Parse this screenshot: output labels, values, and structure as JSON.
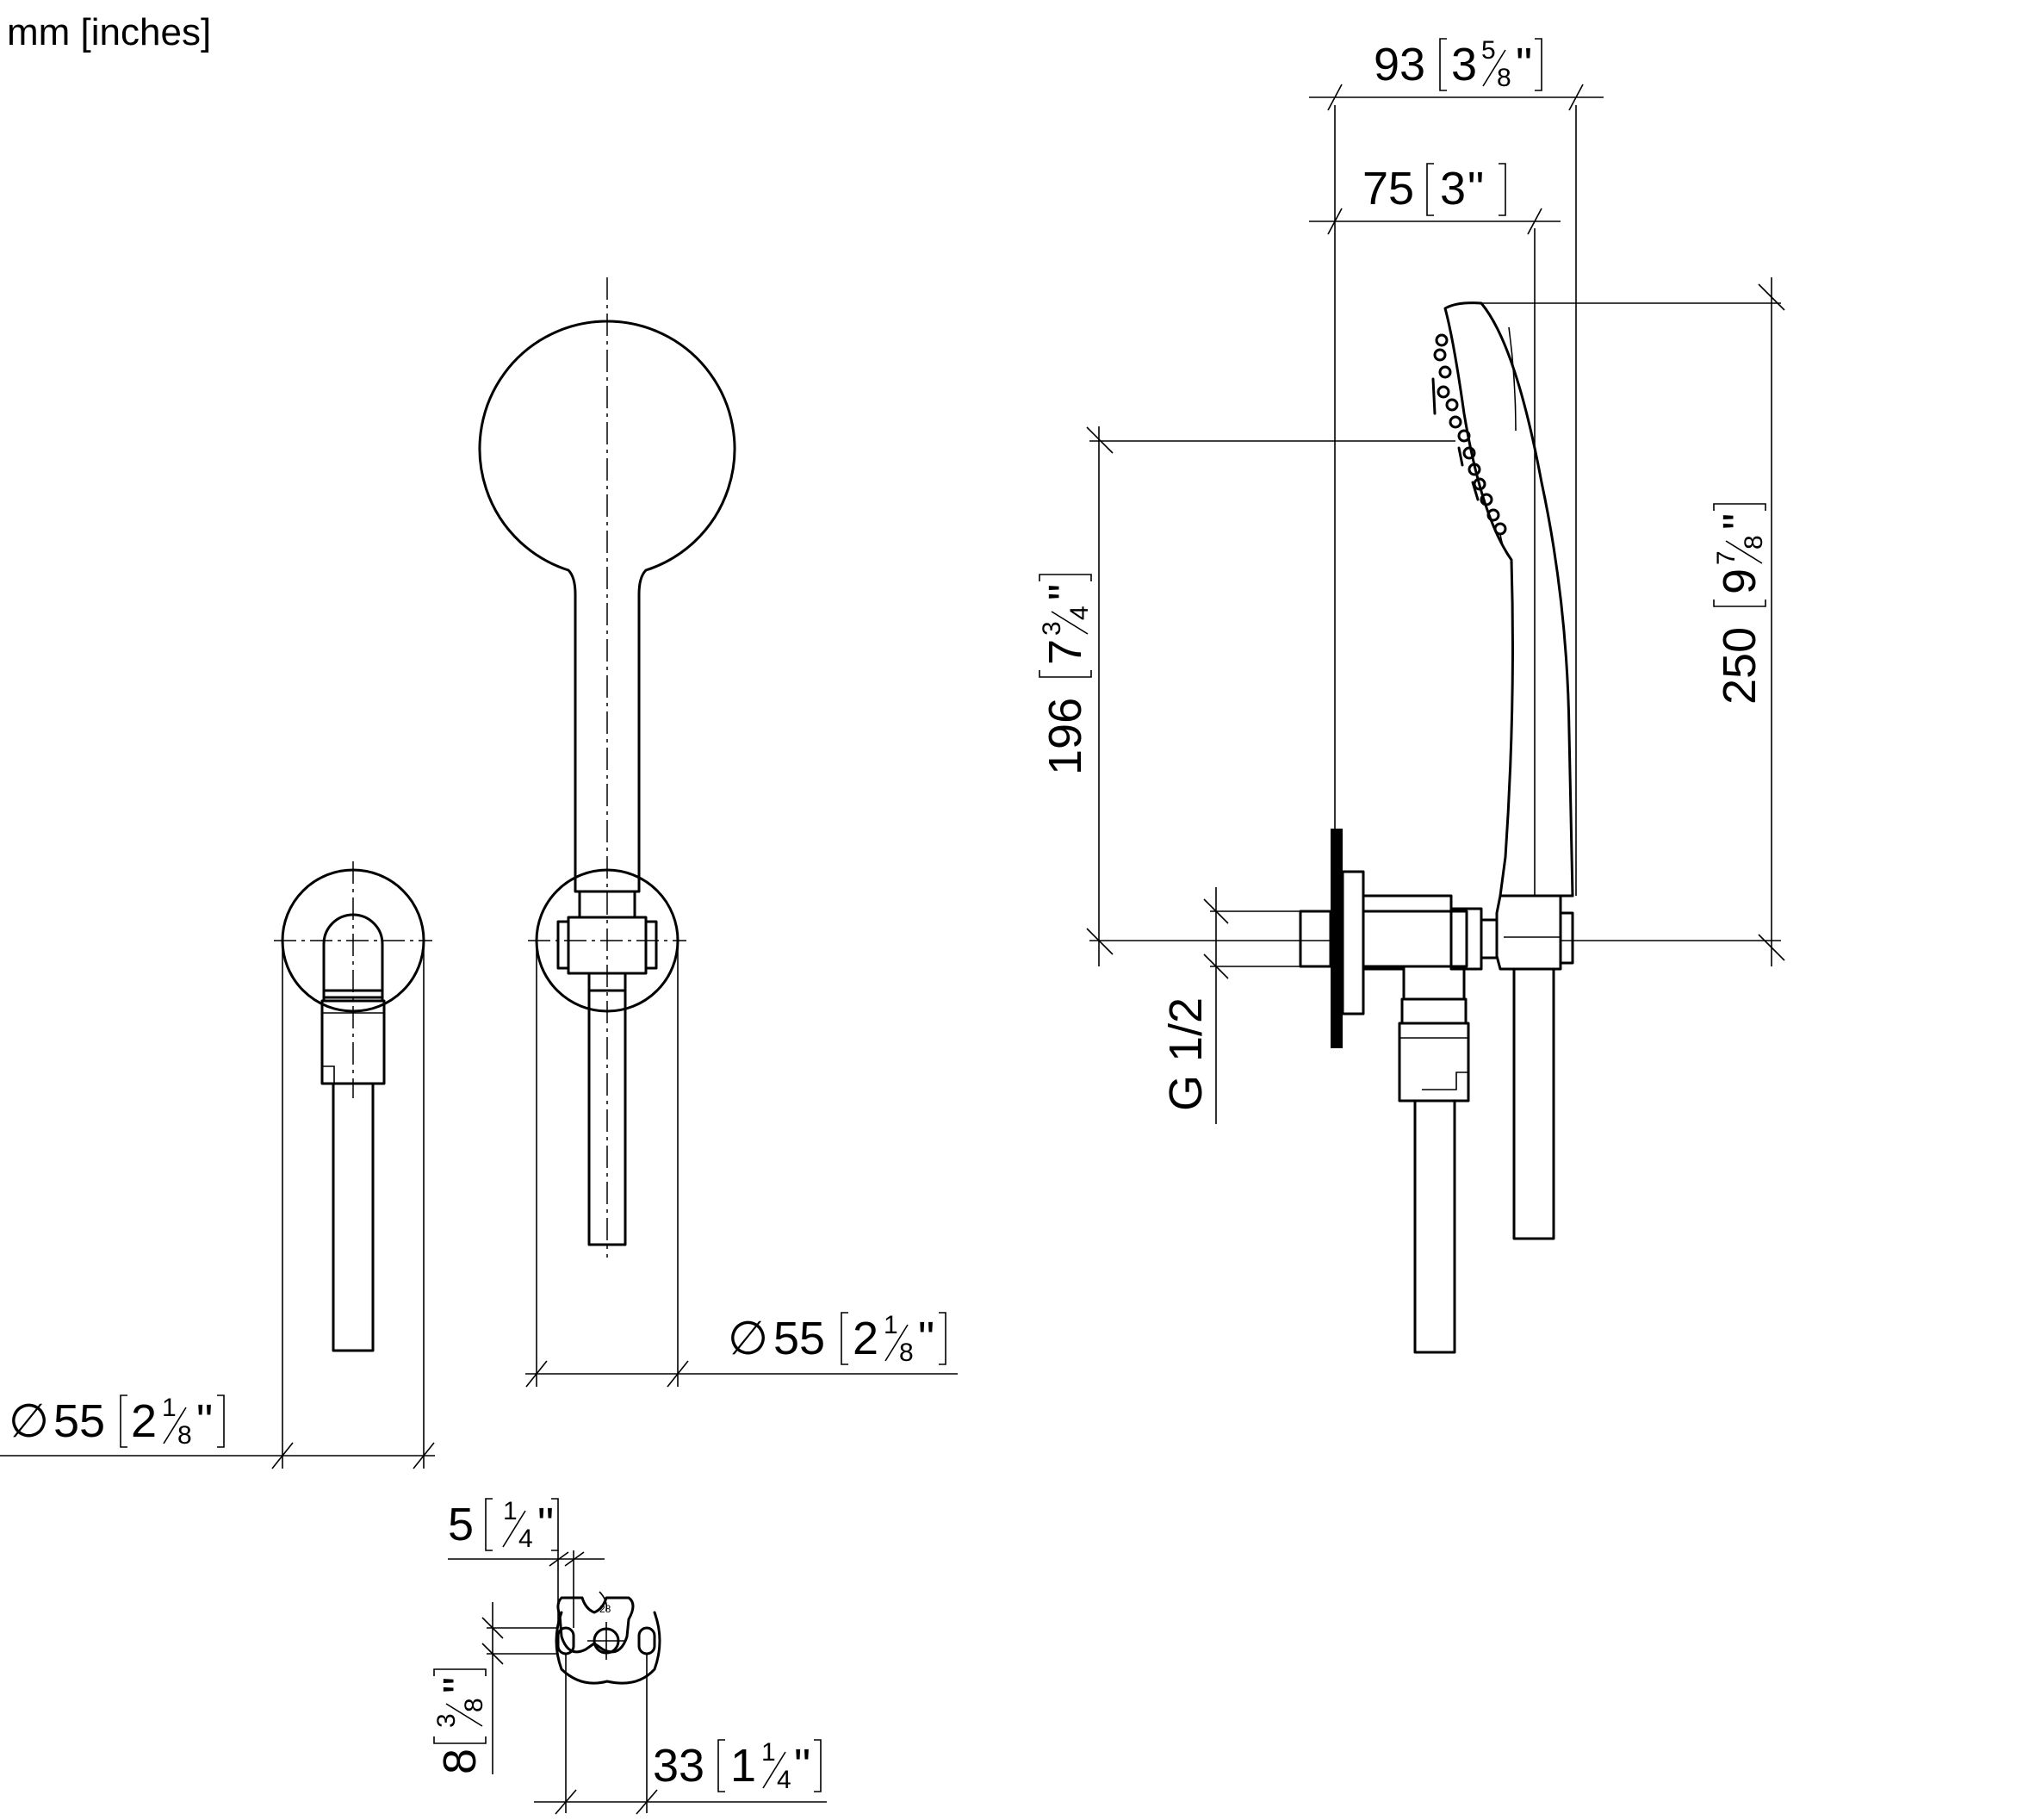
{
  "units_label": "mm [inches]",
  "dimensions": {
    "d93": {
      "mm": "93",
      "whole": "3",
      "num": "5",
      "den": "8",
      "q": "\""
    },
    "d75": {
      "mm": "75",
      "whole": "3",
      "q": "\""
    },
    "d250": {
      "mm": "250",
      "whole": "9",
      "num": "7",
      "den": "8",
      "q": "\""
    },
    "d196": {
      "mm": "196",
      "whole": "7",
      "num": "3",
      "den": "4",
      "q": "\""
    },
    "thread": {
      "label": "G 1/2"
    },
    "dia_left": {
      "sym": "∅",
      "mm": "55",
      "whole": "2",
      "num": "1",
      "den": "8",
      "q": "\""
    },
    "dia_mid": {
      "sym": "∅",
      "mm": "55",
      "whole": "2",
      "num": "1",
      "den": "8",
      "q": "\""
    },
    "d5": {
      "mm": "5",
      "num": "1",
      "den": "4",
      "q": "\""
    },
    "d8": {
      "mm": "8",
      "num": "3",
      "den": "8",
      "q": "\""
    },
    "d33": {
      "mm": "33",
      "whole": "1",
      "num": "1",
      "den": "4",
      "q": "\""
    }
  }
}
